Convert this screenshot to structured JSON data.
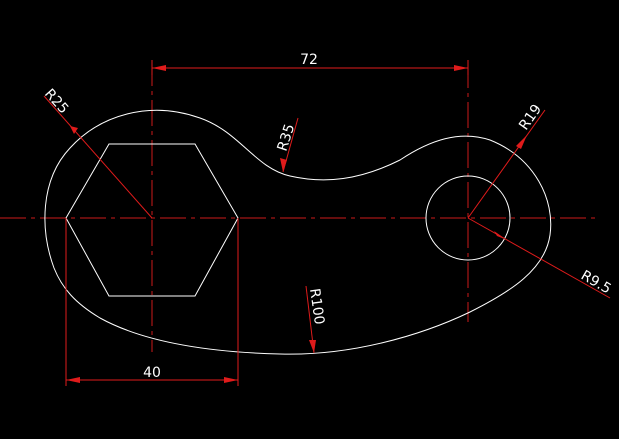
{
  "colors": {
    "background": "#000000",
    "outline": "#ffffff",
    "centerline": "#cc1a1a",
    "dimension": "#e01b1b",
    "text": "#ffffff"
  },
  "dimensions": {
    "center_distance": "72",
    "hex_across": "40",
    "r25": "R25",
    "r35": "R35",
    "r19": "R19",
    "r9_5": "R9.5",
    "r100": "R100"
  }
}
